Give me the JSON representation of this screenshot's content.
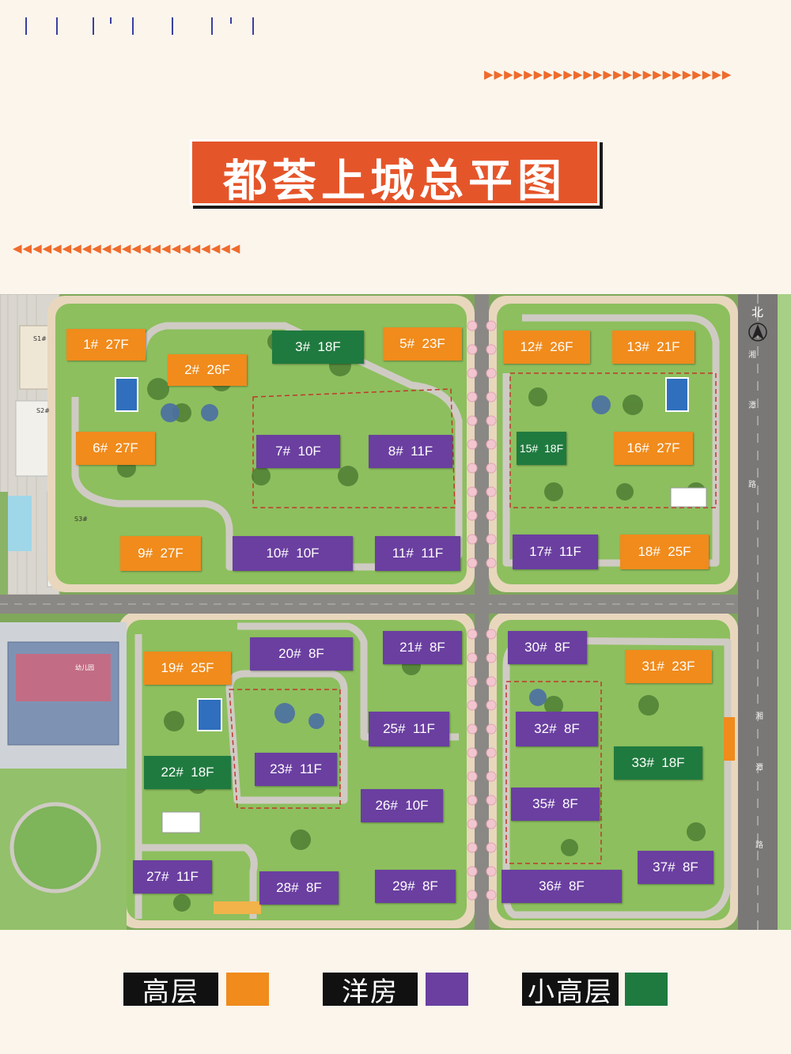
{
  "title": "都荟上城总平图",
  "colors": {
    "accent": "#e5552a",
    "highrise": "#f08b1c",
    "villa": "#6a3fa0",
    "midrise": "#1f7a3f"
  },
  "map": {
    "north_label": "北",
    "road_label": [
      "湘",
      "潭",
      "路"
    ],
    "side_labels": [
      "S1#",
      "S2#",
      "S3#",
      "幼儿园"
    ],
    "buildings": [
      {
        "label": "1#  27F",
        "type": "highrise"
      },
      {
        "label": "2#  26F",
        "type": "highrise"
      },
      {
        "label": "3#  18F",
        "type": "midrise"
      },
      {
        "label": "5#  23F",
        "type": "highrise"
      },
      {
        "label": "12#  26F",
        "type": "highrise"
      },
      {
        "label": "13#  21F",
        "type": "highrise"
      },
      {
        "label": "6#  27F",
        "type": "highrise"
      },
      {
        "label": "7#  10F",
        "type": "villa"
      },
      {
        "label": "8#  11F",
        "type": "villa"
      },
      {
        "label": "15#  18F",
        "type": "midrise"
      },
      {
        "label": "16#  27F",
        "type": "highrise"
      },
      {
        "label": "9#  27F",
        "type": "highrise"
      },
      {
        "label": "10#  10F",
        "type": "villa"
      },
      {
        "label": "11#  11F",
        "type": "villa"
      },
      {
        "label": "17#  11F",
        "type": "villa"
      },
      {
        "label": "18#  25F",
        "type": "highrise"
      },
      {
        "label": "20#  8F",
        "type": "villa"
      },
      {
        "label": "21#  8F",
        "type": "villa"
      },
      {
        "label": "30#  8F",
        "type": "villa"
      },
      {
        "label": "19#  25F",
        "type": "highrise"
      },
      {
        "label": "31#  23F",
        "type": "highrise"
      },
      {
        "label": "25#  11F",
        "type": "villa"
      },
      {
        "label": "32#  8F",
        "type": "villa"
      },
      {
        "label": "22#  18F",
        "type": "midrise"
      },
      {
        "label": "23#  11F",
        "type": "villa"
      },
      {
        "label": "33#  18F",
        "type": "midrise"
      },
      {
        "label": "26#  10F",
        "type": "villa"
      },
      {
        "label": "35#  8F",
        "type": "villa"
      },
      {
        "label": "27#  11F",
        "type": "villa"
      },
      {
        "label": "28#  8F",
        "type": "villa"
      },
      {
        "label": "29#  8F",
        "type": "villa"
      },
      {
        "label": "36#  8F",
        "type": "villa"
      },
      {
        "label": "37#  8F",
        "type": "villa"
      }
    ]
  },
  "legend": [
    {
      "label": "高层",
      "type": "highrise"
    },
    {
      "label": "洋房",
      "type": "villa"
    },
    {
      "label": "小高层",
      "type": "midrise"
    }
  ]
}
